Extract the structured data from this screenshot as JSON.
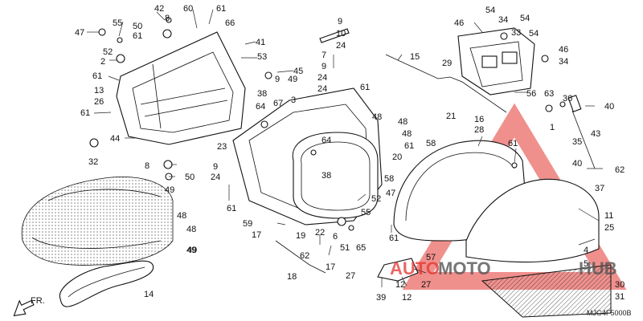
{
  "diagram": {
    "code": "MJG4F5000B",
    "front_arrow": "FR.",
    "watermark": {
      "text_a": "AUTO",
      "text_b": "MOTO",
      "text_c": "HUB",
      "color": "#e3342f"
    },
    "callouts": [
      {
        "id": "c47",
        "label": "47"
      },
      {
        "id": "c55a",
        "label": "55"
      },
      {
        "id": "c52a",
        "label": "52"
      },
      {
        "id": "c2",
        "label": "2"
      },
      {
        "id": "c61a",
        "label": "61"
      },
      {
        "id": "c13",
        "label": "13"
      },
      {
        "id": "c26",
        "label": "26"
      },
      {
        "id": "c61b",
        "label": "61"
      },
      {
        "id": "c50a",
        "label": "50"
      },
      {
        "id": "c61c",
        "label": "61"
      },
      {
        "id": "c42",
        "label": "42"
      },
      {
        "id": "c8a",
        "label": "8"
      },
      {
        "id": "c60",
        "label": "60"
      },
      {
        "id": "c61d",
        "label": "61"
      },
      {
        "id": "c66",
        "label": "66"
      },
      {
        "id": "c41",
        "label": "41"
      },
      {
        "id": "c53",
        "label": "53"
      },
      {
        "id": "c45",
        "label": "45"
      },
      {
        "id": "c9a",
        "label": "9"
      },
      {
        "id": "c10",
        "label": "10"
      },
      {
        "id": "c24a",
        "label": "24"
      },
      {
        "id": "c7",
        "label": "7"
      },
      {
        "id": "c9b",
        "label": "9"
      },
      {
        "id": "c24b",
        "label": "24"
      },
      {
        "id": "c9c",
        "label": "9"
      },
      {
        "id": "c49a",
        "label": "49"
      },
      {
        "id": "c24c",
        "label": "24"
      },
      {
        "id": "c38a",
        "label": "38"
      },
      {
        "id": "c64a",
        "label": "64"
      },
      {
        "id": "c67",
        "label": "67"
      },
      {
        "id": "c3",
        "label": "3"
      },
      {
        "id": "c61e",
        "label": "61"
      },
      {
        "id": "c44",
        "label": "44"
      },
      {
        "id": "c32",
        "label": "32"
      },
      {
        "id": "c23",
        "label": "23"
      },
      {
        "id": "c8b",
        "label": "8"
      },
      {
        "id": "c50b",
        "label": "50"
      },
      {
        "id": "c49b",
        "label": "49"
      },
      {
        "id": "c9d",
        "label": "9"
      },
      {
        "id": "c24d",
        "label": "24"
      },
      {
        "id": "c61f",
        "label": "61"
      },
      {
        "id": "c64b",
        "label": "64"
      },
      {
        "id": "c38b",
        "label": "38"
      },
      {
        "id": "c48a",
        "label": "48"
      },
      {
        "id": "c48b",
        "label": "48"
      },
      {
        "id": "c48c",
        "label": "48"
      },
      {
        "id": "c48d",
        "label": "48"
      },
      {
        "id": "c49c",
        "label": "49"
      },
      {
        "id": "c15",
        "label": "15"
      },
      {
        "id": "c46a",
        "label": "46"
      },
      {
        "id": "c54a",
        "label": "54"
      },
      {
        "id": "c34a",
        "label": "34"
      },
      {
        "id": "c54b",
        "label": "54"
      },
      {
        "id": "c33",
        "label": "33"
      },
      {
        "id": "c54c",
        "label": "54"
      },
      {
        "id": "c29",
        "label": "29"
      },
      {
        "id": "c46b",
        "label": "46"
      },
      {
        "id": "c34b",
        "label": "34"
      },
      {
        "id": "c56",
        "label": "56"
      },
      {
        "id": "c63",
        "label": "63"
      },
      {
        "id": "c36",
        "label": "36"
      },
      {
        "id": "c40a",
        "label": "40"
      },
      {
        "id": "c1",
        "label": "1"
      },
      {
        "id": "c21",
        "label": "21"
      },
      {
        "id": "c16",
        "label": "16"
      },
      {
        "id": "c28",
        "label": "28"
      },
      {
        "id": "c58a",
        "label": "58"
      },
      {
        "id": "c61g",
        "label": "61"
      },
      {
        "id": "c20",
        "label": "20"
      },
      {
        "id": "c58b",
        "label": "58"
      },
      {
        "id": "c61h",
        "label": "61"
      },
      {
        "id": "c43",
        "label": "43"
      },
      {
        "id": "c35",
        "label": "35"
      },
      {
        "id": "c40b",
        "label": "40"
      },
      {
        "id": "c62a",
        "label": "62"
      },
      {
        "id": "c37",
        "label": "37"
      },
      {
        "id": "c52b",
        "label": "52"
      },
      {
        "id": "c47b",
        "label": "47"
      },
      {
        "id": "c55b",
        "label": "55"
      },
      {
        "id": "c11",
        "label": "11"
      },
      {
        "id": "c25",
        "label": "25"
      },
      {
        "id": "c59",
        "label": "59"
      },
      {
        "id": "c17a",
        "label": "17"
      },
      {
        "id": "c19",
        "label": "19"
      },
      {
        "id": "c22",
        "label": "22"
      },
      {
        "id": "c6",
        "label": "6"
      },
      {
        "id": "c51",
        "label": "51"
      },
      {
        "id": "c65",
        "label": "65"
      },
      {
        "id": "c61i",
        "label": "61"
      },
      {
        "id": "c62b",
        "label": "62"
      },
      {
        "id": "c17b",
        "label": "17"
      },
      {
        "id": "c18",
        "label": "18"
      },
      {
        "id": "c14",
        "label": "14"
      },
      {
        "id": "c27a",
        "label": "27"
      },
      {
        "id": "c57",
        "label": "57"
      },
      {
        "id": "c27b",
        "label": "27"
      },
      {
        "id": "c39",
        "label": "39"
      },
      {
        "id": "c12",
        "label": "12"
      },
      {
        "id": "c4",
        "label": "4"
      },
      {
        "id": "c30",
        "label": "30"
      },
      {
        "id": "c31",
        "label": "31"
      },
      {
        "id": "c5",
        "label": "5"
      },
      {
        "id": "c12b",
        "label": "12"
      },
      {
        "id": "c49d",
        "label": "49"
      },
      {
        "id": "c48e",
        "label": "48"
      }
    ]
  }
}
